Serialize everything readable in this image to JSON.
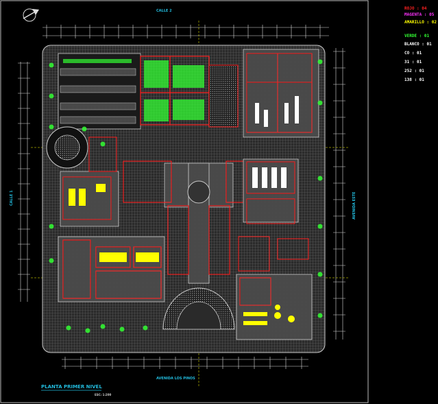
{
  "drawing": {
    "street_top": "CALLE 2",
    "street_left": "CALLE 1",
    "street_right": "AVENIDA ESTE",
    "street_bottom": "AVENIDA LOS PINOS",
    "title": "PLANTA PRIMER NIVEL",
    "scale": "ESC: 1:200"
  },
  "legend": [
    {
      "label": "ROJO : 04",
      "color": "#ff2020"
    },
    {
      "label": "MAGENTA : 05",
      "color": "#ff33ff"
    },
    {
      "label": "AMARILLO : 02",
      "color": "#ffff00"
    },
    {
      "label": "VERDE : 01",
      "color": "#33ff33"
    },
    {
      "label": "BLANCO : 01",
      "color": "#ffffff"
    },
    {
      "label": "CO : 01",
      "color": "#ffffff"
    },
    {
      "label": "31 : 01",
      "color": "#ffffff"
    },
    {
      "label": "252 : 01",
      "color": "#ffffff"
    },
    {
      "label": "138 : 01",
      "color": "#ffffff"
    }
  ],
  "colors": {
    "wall": "#ff2020",
    "furniture": "#ffff00",
    "vegetation": "#33ff33",
    "outline": "#cccccc",
    "text": "#22bbdd",
    "pavement": "#7a7a7a"
  },
  "icons": [
    "north-arrow-icon"
  ]
}
